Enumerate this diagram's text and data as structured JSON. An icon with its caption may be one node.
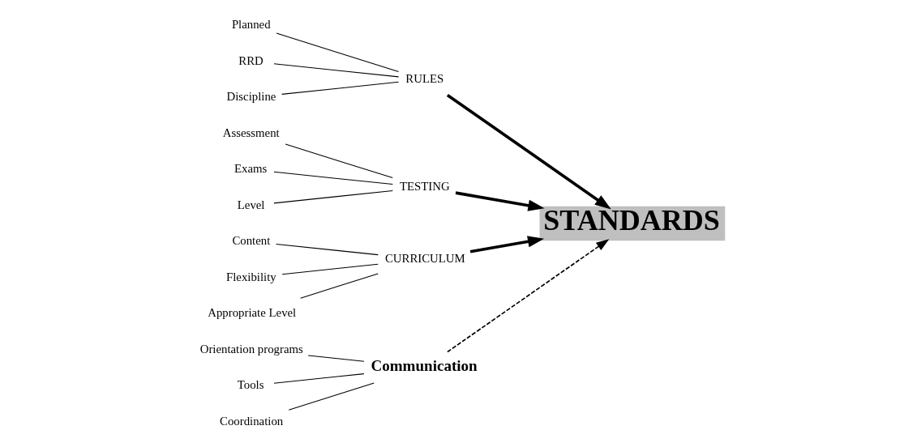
{
  "diagram": {
    "nodes": [
      {
        "text": [
          "Planned"
        ]
      },
      {
        "text": [
          "RRD"
        ]
      },
      {
        "text": [
          "Discipline"
        ]
      },
      {
        "text": [
          "RULES"
        ]
      },
      {
        "text": [
          "Assessment"
        ]
      },
      {
        "text": [
          "Exams"
        ]
      },
      {
        "text": [
          "Level"
        ]
      },
      {
        "text": [
          "TESTING"
        ]
      },
      {
        "text": [
          "Content"
        ]
      },
      {
        "text": [
          "Flexibility"
        ]
      },
      {
        "text": [
          "Appropriate Level"
        ]
      },
      {
        "text": [
          "CURRICULUM"
        ]
      },
      {
        "text": [
          "Orientation programs"
        ]
      },
      {
        "text": [
          "Tools"
        ]
      },
      {
        "text": [
          "Coordination"
        ]
      },
      {
        "text": [
          "Communication"
        ]
      },
      {
        "text": [
          "STANDARDS"
        ]
      }
    ],
    "edges": [
      {
        "from": 0,
        "to": 3,
        "arrow": "none"
      },
      {
        "from": 1,
        "to": 3,
        "arrow": "none"
      },
      {
        "from": 2,
        "to": 3,
        "arrow": "none"
      },
      {
        "from": 4,
        "to": 7,
        "arrow": "none"
      },
      {
        "from": 5,
        "to": 7,
        "arrow": "none"
      },
      {
        "from": 6,
        "to": 7,
        "arrow": "none"
      },
      {
        "from": 8,
        "to": 11,
        "arrow": "none"
      },
      {
        "from": 9,
        "to": 11,
        "arrow": "none"
      },
      {
        "from": 10,
        "to": 11,
        "arrow": "none"
      },
      {
        "from": 12,
        "to": 15,
        "arrow": "none"
      },
      {
        "from": 13,
        "to": 15,
        "arrow": "none"
      },
      {
        "from": 14,
        "to": 15,
        "arrow": "none"
      },
      {
        "from": 3,
        "to": 16,
        "arrow": "to",
        "style": "thick"
      },
      {
        "from": 7,
        "to": 16,
        "arrow": "to",
        "style": "thick"
      },
      {
        "from": 11,
        "to": 16,
        "arrow": "to",
        "style": "thick"
      },
      {
        "from": 15,
        "to": 16,
        "arrow": "to",
        "style": "dashed"
      }
    ]
  }
}
